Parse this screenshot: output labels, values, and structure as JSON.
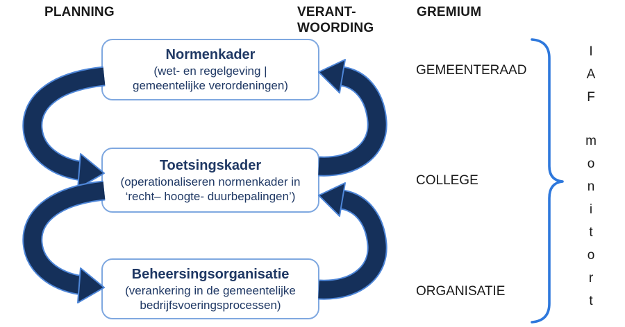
{
  "header": {
    "planning": "PLANNING",
    "verantwoording": "VERANT-\nWOORDING",
    "gremium": "GREMIUM"
  },
  "boxes": [
    {
      "title": "Normenkader",
      "body": "(wet- en regelgeving |\ngemeentelijke verordeningen)"
    },
    {
      "title": "Toetsingskader",
      "body": "(operationaliseren normenkader in\n‘recht– hoogte- duurbepalingen’)"
    },
    {
      "title": "Beheersingsorganisatie",
      "body": "(verankering in de gemeentelijke\nbedrijfsvoeringsprocessen)"
    }
  ],
  "gremium_rows": [
    {
      "label": "GEMEENTERAAD"
    },
    {
      "label": "COLLEGE"
    },
    {
      "label": "ORGANISATIE"
    }
  ],
  "right_annotation": {
    "label": "IAF monitort",
    "letters": [
      "I",
      "A",
      "F",
      "m",
      "o",
      "n",
      "i",
      "t",
      "o",
      "r",
      "t"
    ]
  },
  "icons": {
    "left_arrows": "curved-arrow-cycle-down",
    "right_arrows": "curved-arrow-cycle-up",
    "brace": "right-curly-brace"
  },
  "colors": {
    "arrow_navy": "#15305A",
    "arrow_outline_blue": "#4E86D8",
    "box_border_blue": "#7FA8E0",
    "box_text_navy": "#1F3864",
    "brace_blue": "#2E78DC",
    "heading_black": "#1A1A1A"
  }
}
